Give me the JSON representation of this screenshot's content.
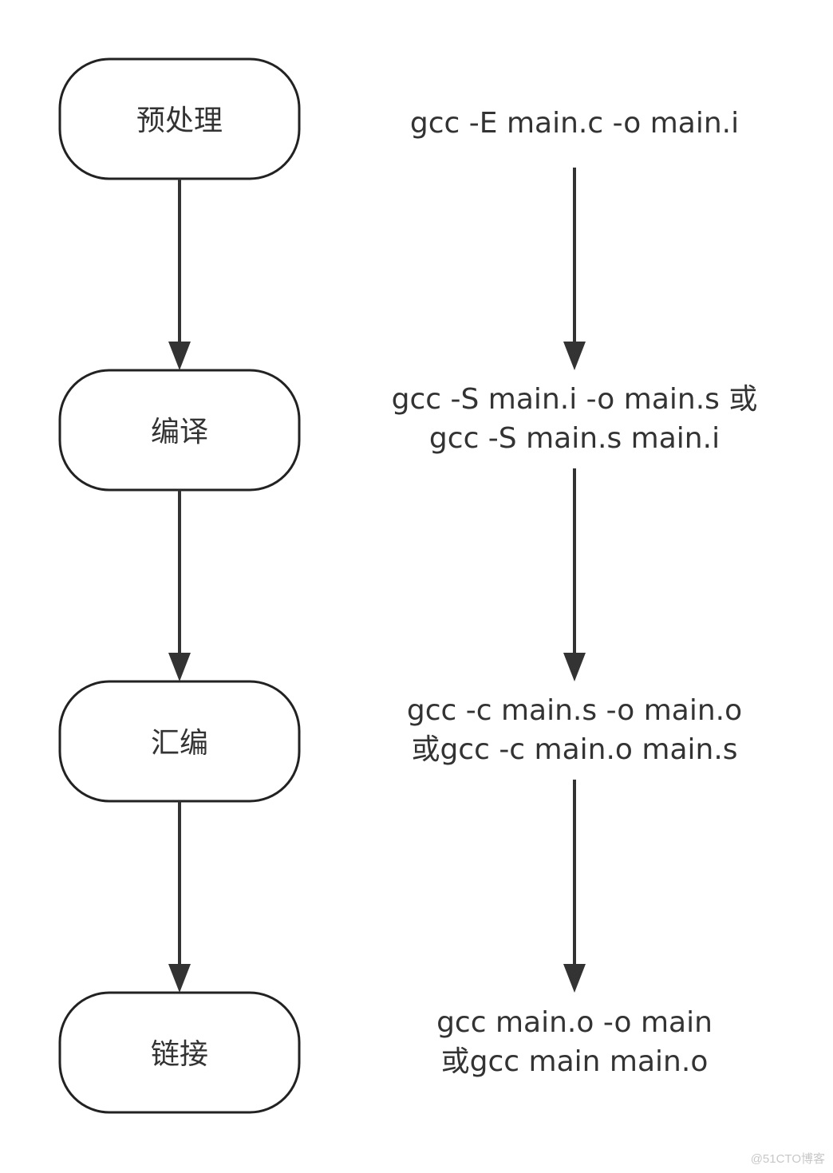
{
  "stages": [
    {
      "id": "preprocess",
      "label": "预处理"
    },
    {
      "id": "compile",
      "label": "编译"
    },
    {
      "id": "assemble",
      "label": "汇编"
    },
    {
      "id": "link",
      "label": "链接"
    }
  ],
  "commands": [
    {
      "id": "preprocess-cmd",
      "lines": [
        "gcc -E main.c -o main.i"
      ]
    },
    {
      "id": "compile-cmd",
      "lines": [
        "gcc -S main.i -o main.s 或",
        "gcc -S main.s main.i"
      ]
    },
    {
      "id": "assemble-cmd",
      "lines": [
        "gcc -c main.s -o main.o",
        "或gcc -c main.o main.s"
      ]
    },
    {
      "id": "link-cmd",
      "lines": [
        "gcc main.o -o main",
        "或gcc main main.o"
      ]
    }
  ],
  "colors": {
    "stroke": "#222222",
    "arrow": "#333333",
    "text": "#333333"
  },
  "watermark": "@51CTO博客"
}
